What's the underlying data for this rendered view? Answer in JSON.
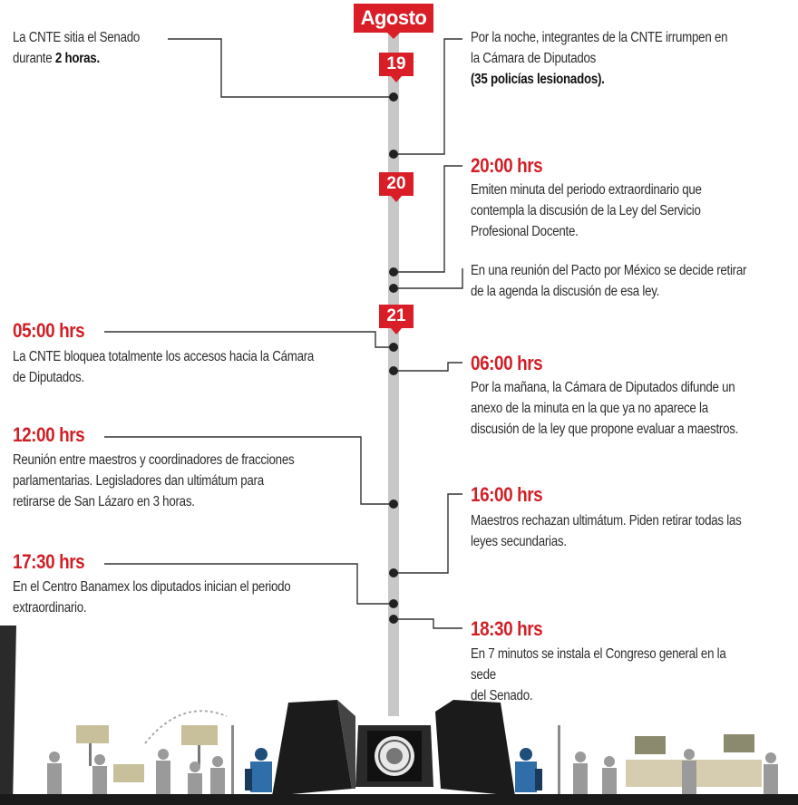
{
  "month": "Agosto",
  "days": [
    "19",
    "20",
    "21"
  ],
  "events": [
    {
      "id": "e1",
      "time": "",
      "text": "La CNTE sitia el Senado",
      "text2": "durante ",
      "bold": "2 horas."
    },
    {
      "id": "e2",
      "time": "",
      "text": "Por la noche, integrantes de la CNTE irrumpen en",
      "text2": "la Cámara de Diputados",
      "bold": "(35 policías lesionados)."
    },
    {
      "id": "e3",
      "time": "20:00 hrs",
      "lines": [
        "Emiten minuta del periodo extraordinario que",
        "contempla la discusión de la Ley del Servicio",
        "Profesional Docente."
      ]
    },
    {
      "id": "e4",
      "time": "",
      "lines": [
        "En una reunión del Pacto por México se decide retirar",
        "de la agenda la discusión de esa ley."
      ]
    },
    {
      "id": "e5",
      "time": "05:00 hrs",
      "lines": [
        "La CNTE bloquea totalmente los accesos hacia la Cámara",
        "de Diputados."
      ]
    },
    {
      "id": "e6",
      "time": "06:00 hrs",
      "lines": [
        "Por la mañana, la Cámara de Diputados difunde un",
        "anexo de la minuta en la que ya no aparece la",
        "discusión de la ley que propone evaluar a maestros."
      ]
    },
    {
      "id": "e7",
      "time": "12:00 hrs",
      "lines": [
        "Reunión entre maestros y coordinadores de fracciones",
        "parlamentarias. Legisladores dan ultimátum para",
        "retirarse de San Lázaro en 3 horas."
      ]
    },
    {
      "id": "e8",
      "time": "16:00 hrs",
      "lines": [
        "Maestros rechazan ultimátum. Piden retirar todas las",
        "leyes secundarias."
      ]
    },
    {
      "id": "e9",
      "time": "17:30 hrs",
      "lines": [
        "En el Centro Banamex los diputados inician el periodo",
        "extraordinario."
      ]
    },
    {
      "id": "e10",
      "time": "18:30 hrs",
      "lines": [
        "En 7 minutos se instala el Congreso general en la sede",
        "del Senado."
      ]
    }
  ],
  "colors": {
    "accent": "#d91e27",
    "axis": "#c9c9c9",
    "dot": "#222222",
    "line": "#333333"
  },
  "illustration": {
    "items": [
      "protesters-left",
      "senate-building",
      "seal-emblem",
      "protesters-right"
    ]
  }
}
